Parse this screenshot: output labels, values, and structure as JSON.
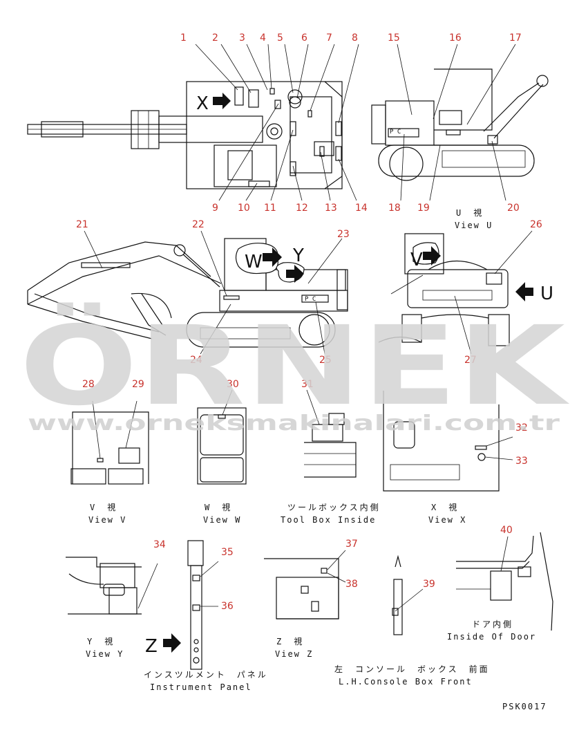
{
  "callouts": [
    "1",
    "2",
    "3",
    "4",
    "5",
    "6",
    "7",
    "8",
    "9",
    "10",
    "11",
    "12",
    "13",
    "14",
    "15",
    "16",
    "17",
    "18",
    "19",
    "20",
    "21",
    "22",
    "23",
    "24",
    "25",
    "26",
    "27",
    "28",
    "29",
    "30",
    "31",
    "32",
    "33",
    "34",
    "35",
    "36",
    "37",
    "38",
    "39",
    "40"
  ],
  "view_letters": {
    "x": "X",
    "w": "W",
    "y": "Y",
    "v": "V",
    "u": "U",
    "z": "Z"
  },
  "plates": {
    "pc": "P C"
  },
  "captions": {
    "view_u_jp": "U　視",
    "view_u_en": "View U",
    "view_v_jp": "V　視",
    "view_v_en": "View V",
    "view_w_jp": "W　視",
    "view_w_en": "View W",
    "toolbox_jp": "ツールボックス内側",
    "toolbox_en": "Tool Box Inside",
    "view_x_jp": "X　視",
    "view_x_en": "View X",
    "view_y_jp": "Y　視",
    "view_y_en": "View Y",
    "instrument_jp": "インスツルメント　パネル",
    "instrument_en": "Instrument Panel",
    "view_z_jp": "Z　視",
    "view_z_en": "View Z",
    "console_jp": "左　コンソール　ボックス　前面",
    "console_en": "L.H.Console Box Front",
    "door_jp": "ドア内側",
    "door_en": "Inside Of Door"
  },
  "code": "PSK0017",
  "watermark": {
    "big": "ÖRNEK",
    "url": "www.orneksmakinalari.com.tr"
  },
  "colors": {
    "callout": "#c8322c",
    "line": "#111111",
    "watermark": "#d4d4d4"
  }
}
